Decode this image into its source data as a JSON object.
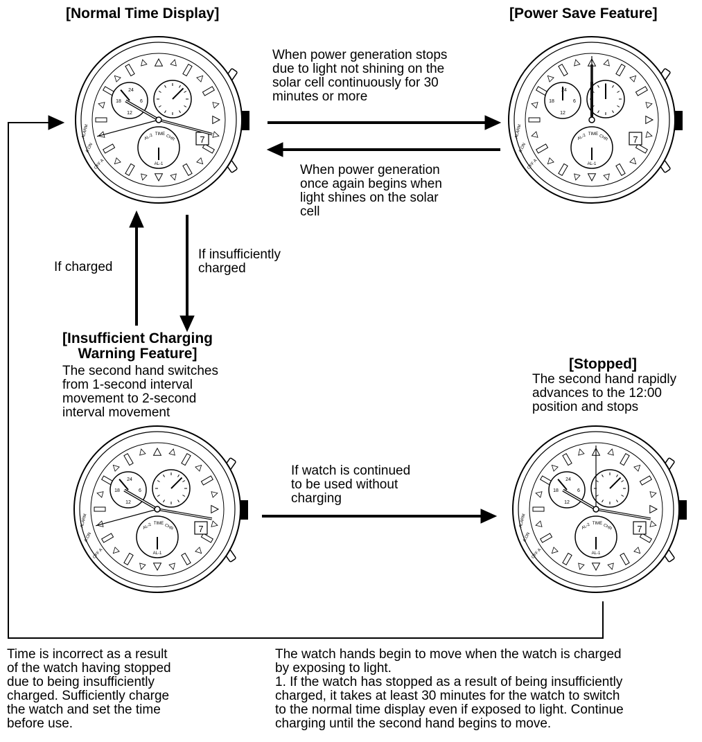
{
  "states": {
    "normal": {
      "title": "[Normal Time Display]"
    },
    "power_save": {
      "title": "[Power Save Feature]"
    },
    "warning": {
      "title_line1": "[Insufficient Charging",
      "title_line2": "Warning Feature]",
      "description": "The second hand switches\nfrom 1-second interval\nmovement to 2-second\ninterval movement"
    },
    "stopped": {
      "title": "[Stopped]",
      "description": "The second hand rapidly\nadvances to the 12:00\nposition and stops"
    }
  },
  "transitions": {
    "to_power_save": "When power generation stops\ndue to light not shining on the\nsolar cell continuously for 30\nminutes or more",
    "from_power_save": "When power generation\nonce again begins when\nlight shines on the solar\ncell",
    "if_charged": "If charged",
    "if_insufficient": "If insufficiently\ncharged",
    "continued_use": "If watch is continued\nto be used without\ncharging"
  },
  "notes": {
    "left": "Time is incorrect as a result\nof the watch having stopped\ndue to being insufficiently\ncharged.  Sufficiently charge\nthe watch and set the time\nbefore use.",
    "right": "The watch hands begin to move when the watch is charged\nby exposing to light.\n1. If the watch has stopped as a result of being insufficiently\ncharged, it  takes at least 30 minutes for the watch to switch\nto the normal time display even if exposed to light.  Continue\ncharging until the second hand begins to move."
  },
  "watch_face": {
    "subdial_24": [
      "24",
      "18",
      "6",
      "12"
    ],
    "subdial_bottom": [
      "AL-2",
      "TIME",
      "CHR",
      "AL-1"
    ],
    "date": "7",
    "bezel_labels": [
      "ALARM",
      "A.ON",
      "OFF A"
    ]
  }
}
